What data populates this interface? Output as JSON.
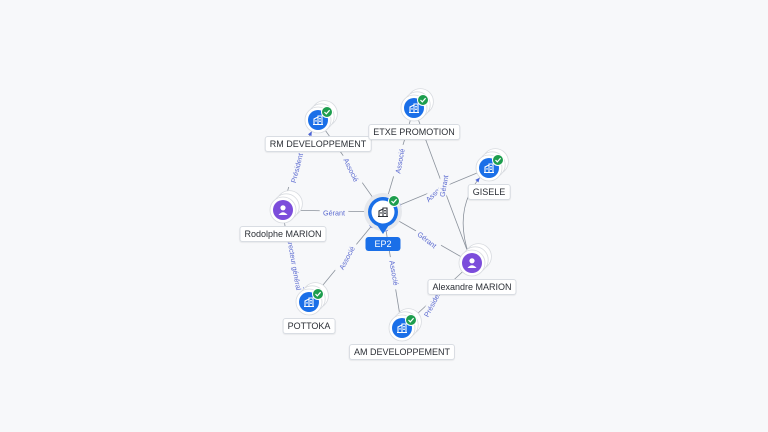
{
  "colors": {
    "company": "#1a6fe8",
    "person": "#7c4ddb",
    "check": "#1e9e4e",
    "edge": "#8b929c",
    "edge_label": "#5b6ad0"
  },
  "center": {
    "label": "EP2",
    "icon": "building-icon"
  },
  "nodes": [
    {
      "id": "rm",
      "label": "RM DEVELOPPEMENT",
      "kind": "company",
      "icon": "building-icon"
    },
    {
      "id": "etxe",
      "label": "ETXE PROMOTION",
      "kind": "company",
      "icon": "building-icon"
    },
    {
      "id": "gisele",
      "label": "GISELE",
      "kind": "company",
      "icon": "building-icon"
    },
    {
      "id": "rodolphe",
      "label": "Rodolphe MARION",
      "kind": "person",
      "icon": "user-icon"
    },
    {
      "id": "alexandre",
      "label": "Alexandre MARION",
      "kind": "person",
      "icon": "user-icon"
    },
    {
      "id": "pottoka",
      "label": "POTTOKA",
      "kind": "company",
      "icon": "building-icon"
    },
    {
      "id": "am",
      "label": "AM DEVELOPPEMENT",
      "kind": "company",
      "icon": "building-icon"
    }
  ],
  "edges": [
    {
      "from": "rm",
      "to": "center",
      "label": "Associé"
    },
    {
      "from": "etxe",
      "to": "center",
      "label": "Associé"
    },
    {
      "from": "gisele",
      "to": "center",
      "label": "Associé"
    },
    {
      "from": "rodolphe",
      "to": "center",
      "label": "Gérant"
    },
    {
      "from": "alexandre",
      "to": "center",
      "label": "Gérant"
    },
    {
      "from": "pottoka",
      "to": "center",
      "label": "Associé"
    },
    {
      "from": "am",
      "to": "center",
      "label": "Associé"
    },
    {
      "from": "rodolphe",
      "to": "rm",
      "label": "Président"
    },
    {
      "from": "rodolphe",
      "to": "pottoka",
      "label": "Directeur général"
    },
    {
      "from": "alexandre",
      "to": "etxe",
      "label": ""
    },
    {
      "from": "alexandre",
      "to": "gisele",
      "label": "Gérant"
    },
    {
      "from": "alexandre",
      "to": "am",
      "label": "Président"
    }
  ]
}
